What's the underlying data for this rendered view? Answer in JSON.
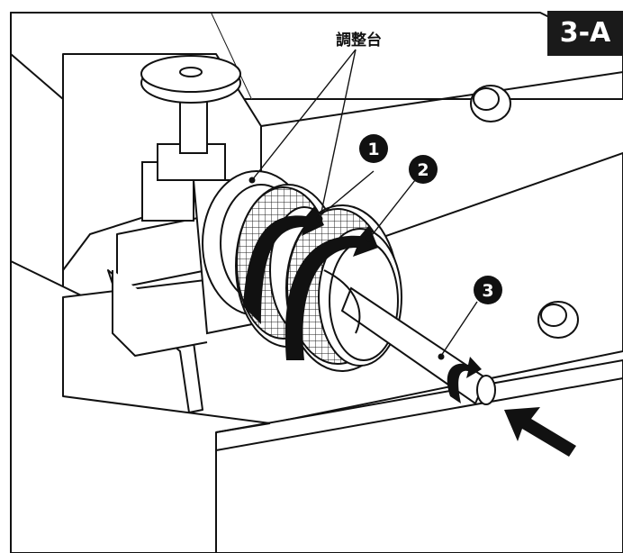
{
  "step_label": "3-A",
  "callout_label": "調整台",
  "markers": [
    "1",
    "2",
    "3"
  ],
  "colors": {
    "ink": "#111111",
    "badge": "#1a1a1a",
    "paper": "#ffffff"
  }
}
